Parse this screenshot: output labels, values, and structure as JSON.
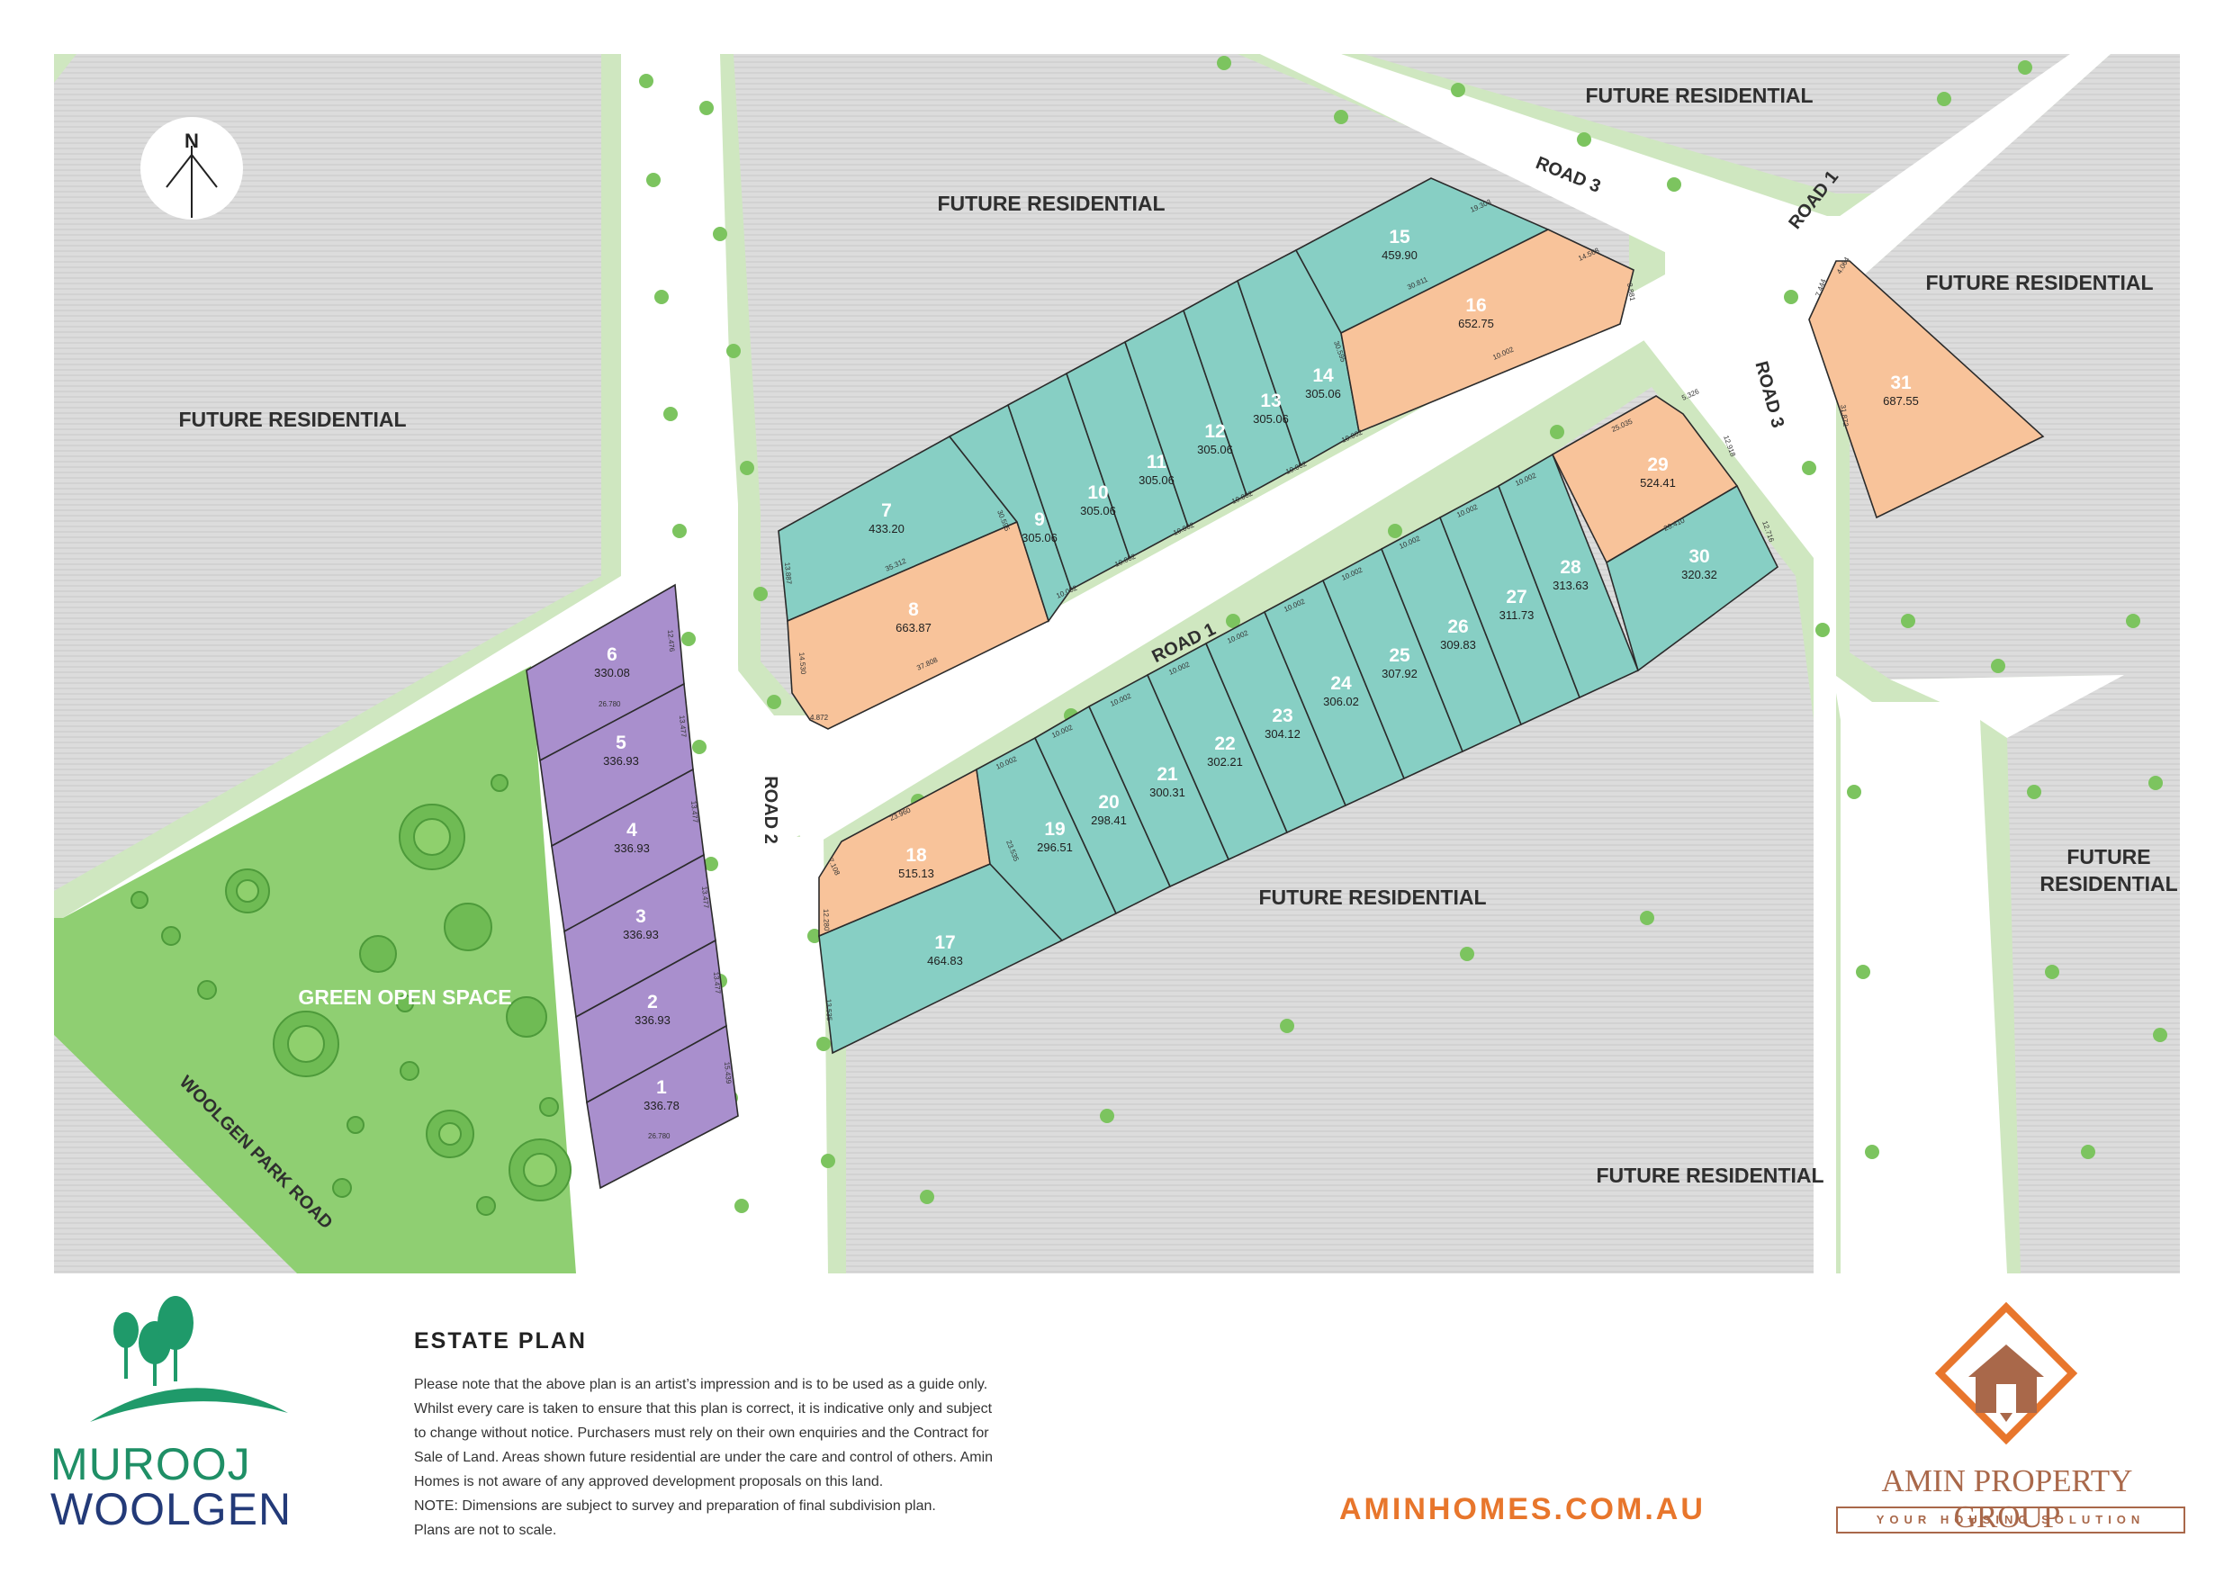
{
  "map": {
    "future_residential": "FUTURE RESIDENTIAL",
    "future_line1": "FUTURE",
    "future_line2": "RESIDENTIAL",
    "green_open_space": "GREEN OPEN SPACE",
    "road_1": "ROAD 1",
    "road_2": "ROAD 2",
    "road_3": "ROAD 3",
    "woolgen_park_road": "WOOLGEN PARK ROAD",
    "north": "N"
  },
  "colors": {
    "standard_lot": "#87cfc4",
    "large_lot": "#f8c39a",
    "open_space_lot": "#a98fcd",
    "green_space": "#8fcf72",
    "verge": "#cfe7c0",
    "future_land": "#dcdcdc"
  },
  "lots": [
    {
      "number": "1",
      "area": "336.78",
      "type": "purple"
    },
    {
      "number": "2",
      "area": "336.93",
      "type": "purple"
    },
    {
      "number": "3",
      "area": "336.93",
      "type": "purple"
    },
    {
      "number": "4",
      "area": "336.93",
      "type": "purple"
    },
    {
      "number": "5",
      "area": "336.93",
      "type": "purple"
    },
    {
      "number": "6",
      "area": "330.08",
      "type": "purple"
    },
    {
      "number": "7",
      "area": "433.20",
      "type": "teal"
    },
    {
      "number": "8",
      "area": "663.87",
      "type": "orange"
    },
    {
      "number": "9",
      "area": "305.06",
      "type": "teal"
    },
    {
      "number": "10",
      "area": "305.06",
      "type": "teal"
    },
    {
      "number": "11",
      "area": "305.06",
      "type": "teal"
    },
    {
      "number": "12",
      "area": "305.06",
      "type": "teal"
    },
    {
      "number": "13",
      "area": "305.06",
      "type": "teal"
    },
    {
      "number": "14",
      "area": "305.06",
      "type": "teal"
    },
    {
      "number": "15",
      "area": "459.90",
      "type": "teal"
    },
    {
      "number": "16",
      "area": "652.75",
      "type": "orange"
    },
    {
      "number": "17",
      "area": "464.83",
      "type": "teal"
    },
    {
      "number": "18",
      "area": "515.13",
      "type": "orange"
    },
    {
      "number": "19",
      "area": "296.51",
      "type": "teal"
    },
    {
      "number": "20",
      "area": "298.41",
      "type": "teal"
    },
    {
      "number": "21",
      "area": "300.31",
      "type": "teal"
    },
    {
      "number": "22",
      "area": "302.21",
      "type": "teal"
    },
    {
      "number": "23",
      "area": "304.12",
      "type": "teal"
    },
    {
      "number": "24",
      "area": "306.02",
      "type": "teal"
    },
    {
      "number": "25",
      "area": "307.92",
      "type": "teal"
    },
    {
      "number": "26",
      "area": "309.83",
      "type": "teal"
    },
    {
      "number": "27",
      "area": "311.73",
      "type": "teal"
    },
    {
      "number": "28",
      "area": "313.63",
      "type": "teal"
    },
    {
      "number": "29",
      "area": "524.41",
      "type": "orange"
    },
    {
      "number": "30",
      "area": "320.32",
      "type": "teal"
    },
    {
      "number": "31",
      "area": "687.55",
      "type": "orange"
    }
  ],
  "dimensions": {
    "d_12476": "12.476",
    "d_26780": "26.780",
    "d_13477": "13.477",
    "d_15439": "15.439",
    "d_13887": "13.887",
    "d_35312": "35.312",
    "d_30595": "30.595",
    "d_14530": "14.530",
    "d_4872": "4.872",
    "d_37808": "37.808",
    "d_10002": "10.002",
    "d_19303": "19.303",
    "d_14568": "14.568",
    "d_3881": "3.881",
    "d_30811": "30.811",
    "d_30595b": "30.595",
    "d_23960": "23.960",
    "d_7108": "7.108",
    "d_12280": "12.280",
    "d_13535": "13.535",
    "d_23535": "23.535",
    "d_25035": "25.035",
    "d_5326": "5.326",
    "d_12918": "12.918",
    "d_26410": "26.410",
    "d_12716": "12.716",
    "d_7444": "7.444",
    "d_4064": "4.064",
    "d_31872": "31.872"
  },
  "footer": {
    "title": "ESTATE PLAN",
    "lines": [
      "Please note that the above plan is an artist’s impression and is to be used as a guide only.",
      "Whilst every care is taken to ensure that this plan is correct, it is indicative only and subject",
      "to change without notice. Purchasers must rely on their own enquiries and the Contract for",
      "Sale of Land. Areas shown future residential are under the care and control of others. Amin",
      "Homes is not aware of any approved development proposals on this land.",
      "NOTE: Dimensions are subject to survey and preparation of final subdivision plan.",
      "Plans are not to scale."
    ],
    "website": "AMINHOMES.COM.AU",
    "brand_line1": "MUROOJ",
    "brand_line2": "WOOLGEN",
    "apg_name": "AMIN PROPERTY GROUP",
    "apg_tagline": "YOUR HOUSING SOLUTION"
  }
}
